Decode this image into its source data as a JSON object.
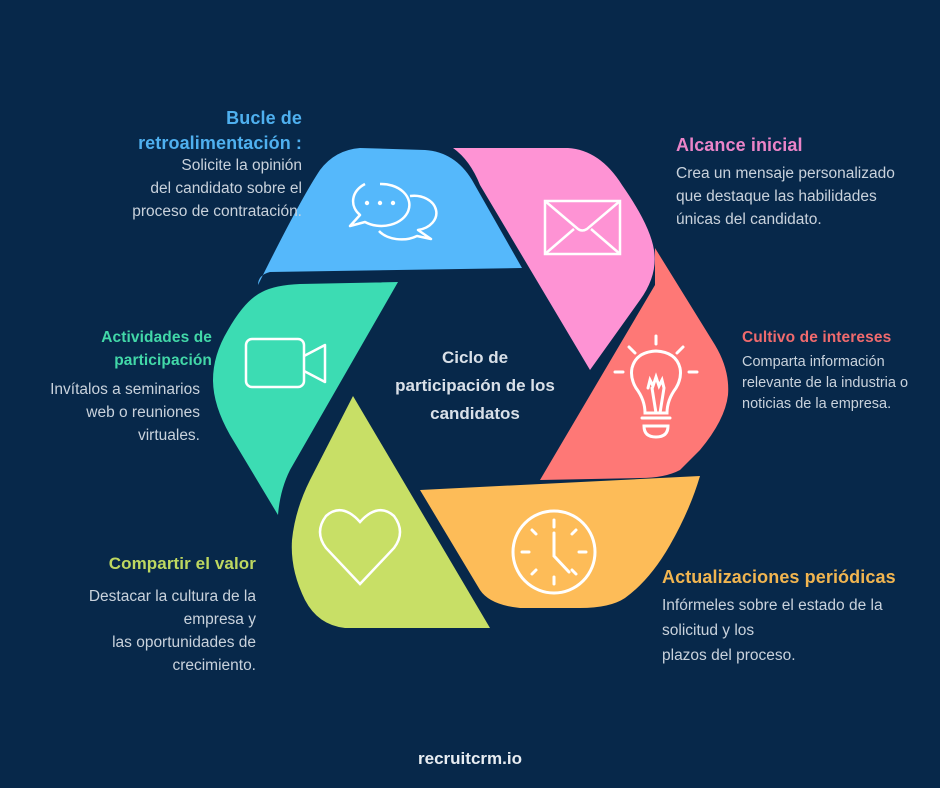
{
  "diagram": {
    "type": "cycle",
    "center_title": "Ciclo de\nparticipación de los\ncandidatos",
    "colors": {
      "background": "#07284a",
      "segment_blue": "#55b8fb",
      "segment_pink": "#fe93d4",
      "segment_coral": "#fe7876",
      "segment_orange": "#fdbc58",
      "segment_lime": "#c8df66",
      "segment_teal": "#3cdcb3"
    },
    "steps": [
      {
        "id": "outreach",
        "title": "Alcance inicial",
        "description": "Crea un mensaje personalizado\nque destaque las habilidades\núnicas del candidato.",
        "icon": "envelope-icon",
        "color": "#eb84c8"
      },
      {
        "id": "nurture",
        "title": "Cultivo de intereses",
        "description": "Comparta información\nrelevante de la industria o\nnoticias de la empresa.",
        "icon": "lightbulb-icon",
        "color": "#f06a6d"
      },
      {
        "id": "updates",
        "title": "Actualizaciones periódicas",
        "description": "Infórmeles sobre el estado de la\nsolicitud y los\nplazos del proceso.",
        "icon": "clock-icon",
        "color": "#f1b550"
      },
      {
        "id": "value",
        "title": "Compartir el valor",
        "description": "Destacar la cultura de la\nempresa y \nlas oportunidades de\ncrecimiento.",
        "icon": "heart-icon",
        "color": "#bed860"
      },
      {
        "id": "activities",
        "title": "Actividades de\nparticipación",
        "description": "Invítalos a seminarios\nweb o reuniones\nvirtuales.",
        "icon": "video-camera-icon",
        "color": "#42d8a8"
      },
      {
        "id": "feedback",
        "title": "Bucle de\nretroalimentación :",
        "description": "Solicite la opinión\ndel candidato sobre el\nproceso de contratación.",
        "icon": "chat-bubbles-icon",
        "color": "#4fb0ef"
      }
    ]
  },
  "footer": {
    "brand": "recruitcrm.io"
  }
}
